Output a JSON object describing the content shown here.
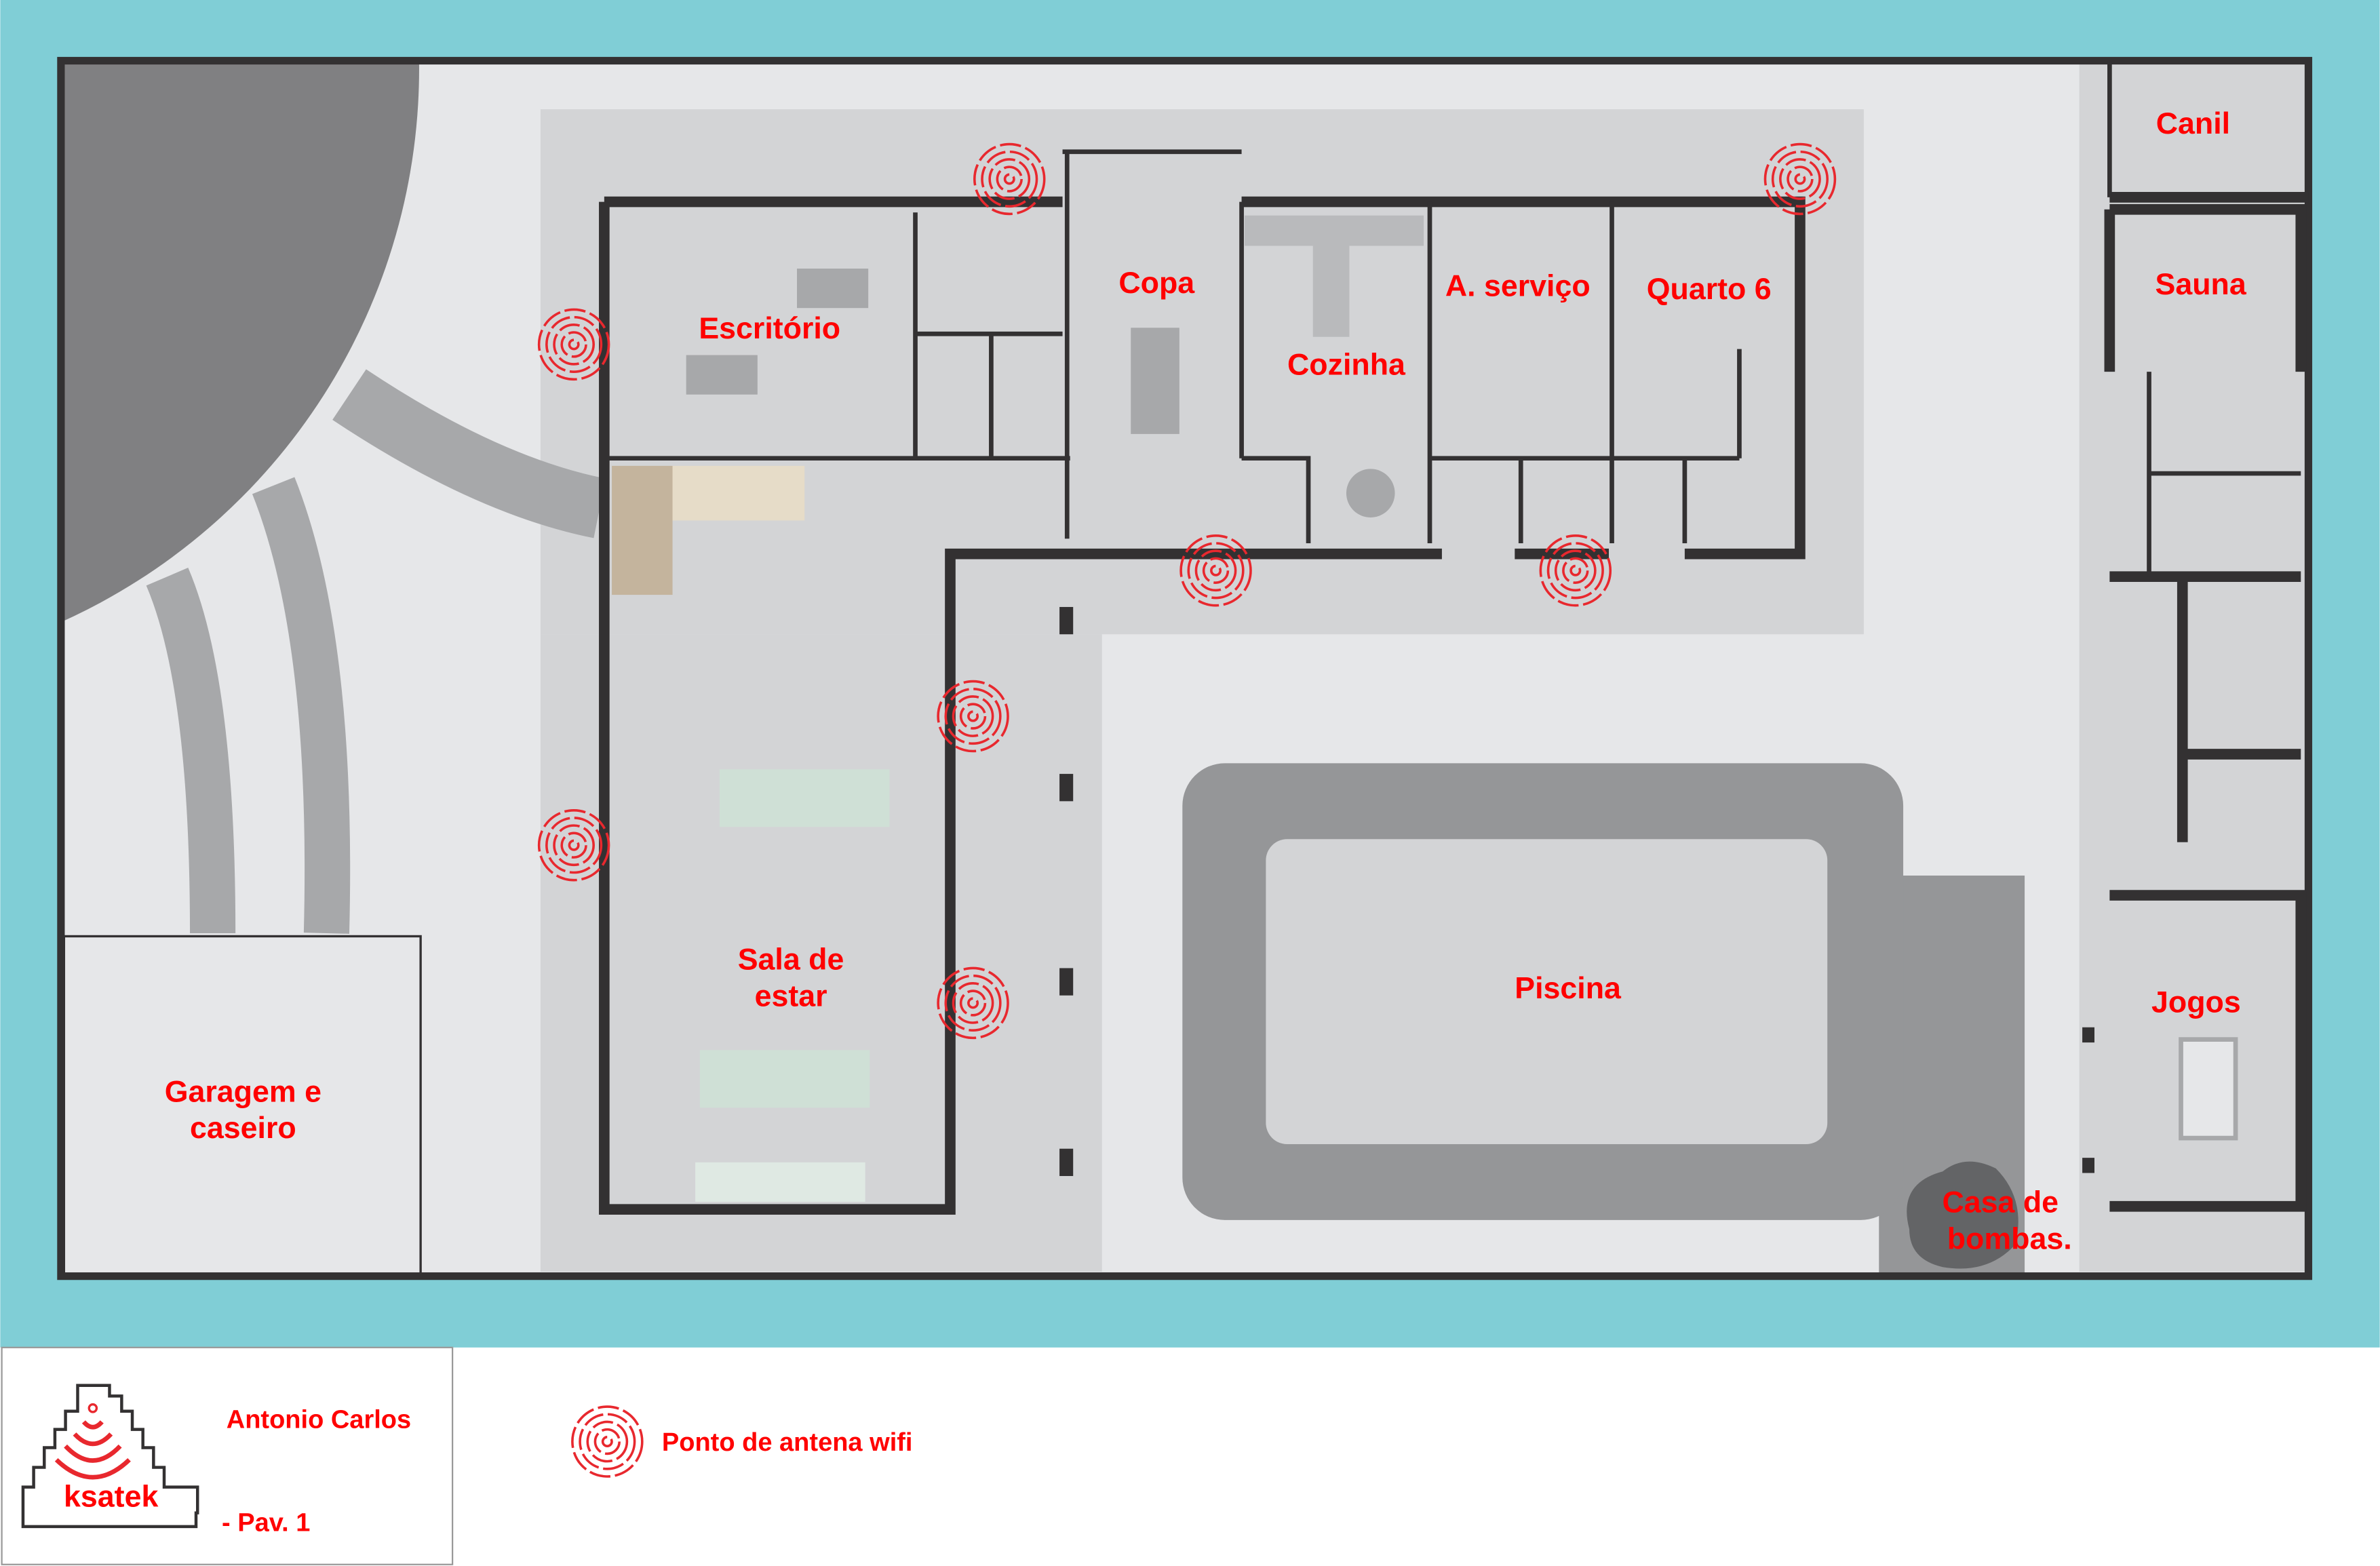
{
  "rooms": {
    "canil": "Canil",
    "sauna": "Sauna",
    "escritorio": "Escritório",
    "copa": "Copa",
    "cozinha": "Cozinha",
    "area_servico": "A. serviço",
    "quarto6": "Quarto 6",
    "sala_line1": "Sala de",
    "sala_line2": "estar",
    "piscina": "Piscina",
    "jogos": "Jogos",
    "garagem_line1": "Garagem e",
    "garagem_line2": "caseiro",
    "casa_bombas_line1": "Casa de",
    "casa_bombas_line2": "bombas."
  },
  "legend": {
    "client_name": "Antonio Carlos",
    "floor": "- Pav. 1",
    "brand": "ksatek",
    "wifi_label": "Ponto de antena wifi"
  },
  "wifi_points_count": 8,
  "colors": {
    "water": "#80ced6",
    "accent": "#ff0000",
    "wall": "#333132",
    "floor": "#d3d4d6"
  }
}
